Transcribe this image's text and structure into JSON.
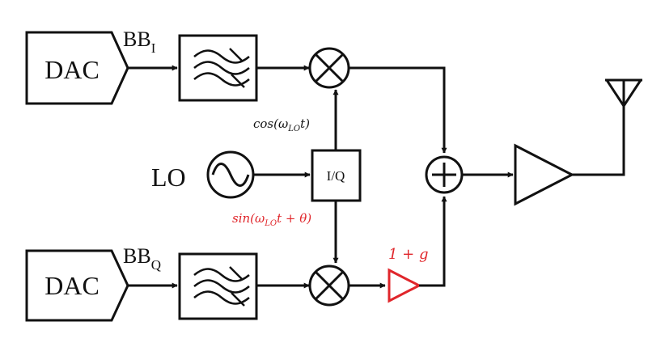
{
  "colors": {
    "ink": "#111111",
    "accent": "#e0262b"
  },
  "labels": {
    "dac_top": "DAC",
    "dac_bottom": "DAC",
    "bb_i": "BB",
    "bb_i_sub": "I",
    "bb_q": "BB",
    "bb_q_sub": "Q",
    "lo": "LO",
    "iq": "I/Q",
    "cos": {
      "pre": "cos(",
      "omega": "ω",
      "sub": "LO",
      "post": "t)"
    },
    "sin": {
      "pre": "sin(",
      "omega": "ω",
      "sub": "LO",
      "post": "t + θ)"
    },
    "gain": "1 + g"
  },
  "icons": [
    "dac-block",
    "lowpass-filter-icon",
    "mixer-icon",
    "adder-icon",
    "oscillator-icon",
    "amplifier-icon",
    "antenna-icon"
  ]
}
